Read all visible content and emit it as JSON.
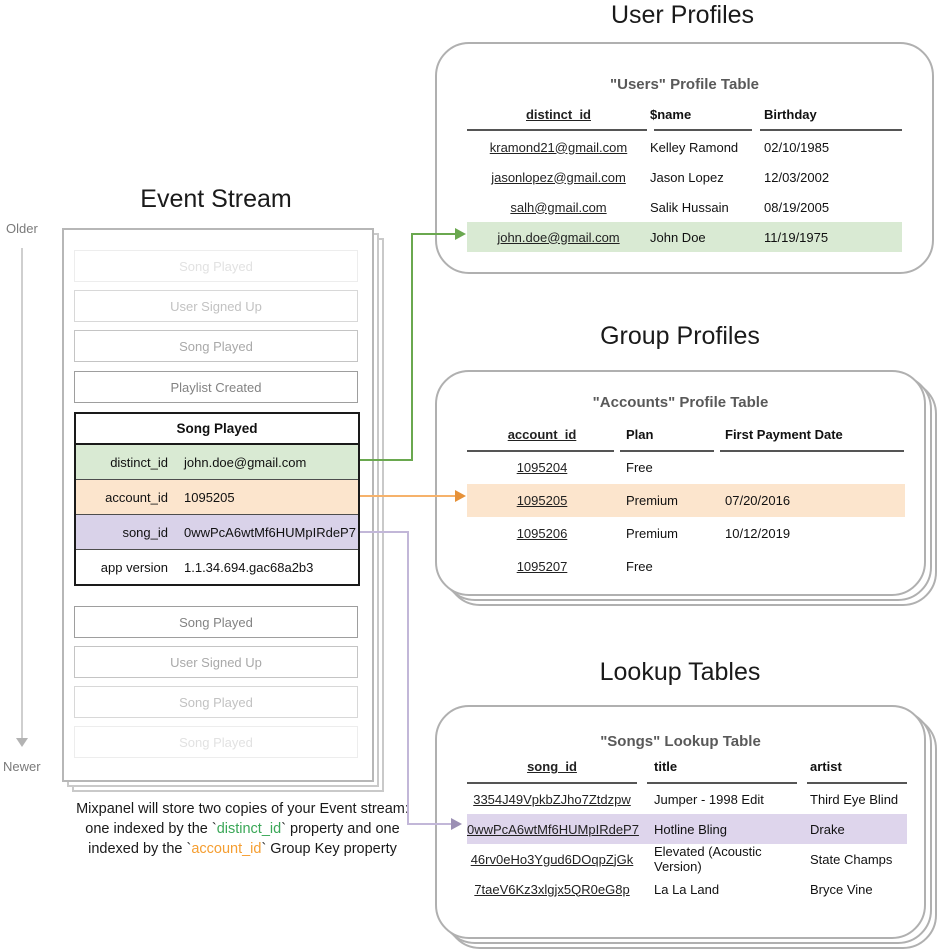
{
  "titles": {
    "event_stream": "Event Stream",
    "user_profiles": "User Profiles",
    "group_profiles": "Group Profiles",
    "lookup_tables": "Lookup Tables"
  },
  "timeline": {
    "older": "Older",
    "newer": "Newer"
  },
  "event_stream": {
    "events_before": [
      {
        "label": "Song Played"
      },
      {
        "label": "User Signed Up"
      },
      {
        "label": "Song Played"
      },
      {
        "label": "Playlist Created"
      }
    ],
    "active_event": {
      "name": "Song Played",
      "properties": [
        {
          "key": "distinct_id",
          "value": "john.doe@gmail.com",
          "highlight": "green"
        },
        {
          "key": "account_id",
          "value": "1095205",
          "highlight": "orange"
        },
        {
          "key": "song_id",
          "value": "0wwPcA6wtMf6HUMpIRdeP7",
          "highlight": "purple"
        },
        {
          "key": "app version",
          "value": "1.1.34.694.gac68a2b3",
          "highlight": "none"
        }
      ]
    },
    "events_after": [
      {
        "label": "Song Played"
      },
      {
        "label": "User Signed Up"
      },
      {
        "label": "Song Played"
      },
      {
        "label": "Song Played"
      }
    ]
  },
  "users_table": {
    "title": "\"Users\" Profile Table",
    "columns": [
      "distinct_id",
      "$name",
      "Birthday"
    ],
    "rows": [
      [
        "kramond21@gmail.com",
        "Kelley Ramond",
        "02/10/1985"
      ],
      [
        "jasonlopez@gmail.com",
        "Jason Lopez",
        "12/03/2002"
      ],
      [
        "salh@gmail.com",
        "Salik Hussain",
        "08/19/2005"
      ],
      [
        "john.doe@gmail.com",
        "John Doe",
        "11/19/1975"
      ]
    ],
    "highlighted_row": 3
  },
  "accounts_table": {
    "title": "\"Accounts\" Profile Table",
    "columns": [
      "account_id",
      "Plan",
      "First Payment Date"
    ],
    "rows": [
      [
        "1095204",
        "Free",
        ""
      ],
      [
        "1095205",
        "Premium",
        "07/20/2016"
      ],
      [
        "1095206",
        "Premium",
        "10/12/2019"
      ],
      [
        "1095207",
        "Free",
        ""
      ]
    ],
    "highlighted_row": 1
  },
  "songs_table": {
    "title": "\"Songs\" Lookup Table",
    "columns": [
      "song_id",
      "title",
      "artist"
    ],
    "rows": [
      [
        "3354J49VpkbZJho7Ztdzpw",
        "Jumper - 1998 Edit",
        "Third Eye Blind"
      ],
      [
        "0wwPcA6wtMf6HUMpIRdeP7",
        "Hotline Bling",
        "Drake"
      ],
      [
        "46rv0eHo3Ygud6DOqpZjGk",
        "Elevated (Acoustic Version)",
        "State Champs"
      ],
      [
        "7taeV6Kz3xlgjx5QR0eG8p",
        "La La Land",
        "Bryce Vine"
      ]
    ],
    "highlighted_row": 1
  },
  "caption": {
    "line1": "Mixpanel will store two copies of your Event stream:",
    "line2_pre": "one indexed by the `",
    "line2_key": "distinct_id",
    "line2_post": "` property and one",
    "line3_pre": "indexed by the `",
    "line3_key": "account_id",
    "line3_post": "` Group Key property"
  },
  "colors": {
    "green_highlight": "#d9ead3",
    "orange_highlight": "#fce5cd",
    "purple_highlight": "#d9d2e9",
    "green_arrow": "#6aa84f",
    "orange_arrow_line": "#f6b26b",
    "orange_arrow_head": "#e69138",
    "purple_arrow_line": "#c2b7d8",
    "purple_arrow_head": "#9b8fb4",
    "caption_green": "#3aa757",
    "caption_orange": "#f59e31"
  }
}
